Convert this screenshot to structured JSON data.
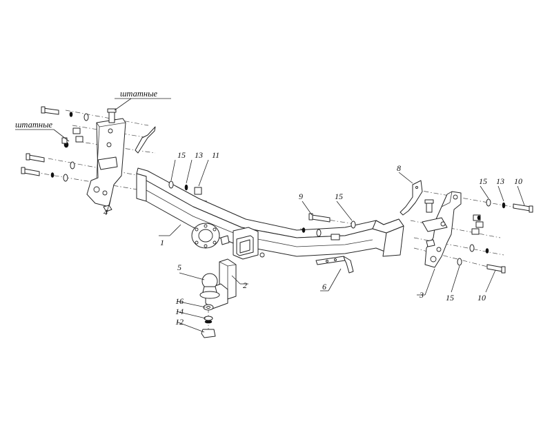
{
  "notes": {
    "stock_label_top": "штатные",
    "stock_label_left": "штатные"
  },
  "callouts": [
    {
      "id": "c1",
      "text": "1"
    },
    {
      "id": "c2",
      "text": "2"
    },
    {
      "id": "c3",
      "text": "3"
    },
    {
      "id": "c4",
      "text": "4"
    },
    {
      "id": "c5",
      "text": "5"
    },
    {
      "id": "c6",
      "text": "6"
    },
    {
      "id": "c8",
      "text": "8"
    },
    {
      "id": "c9",
      "text": "9"
    },
    {
      "id": "c10a",
      "text": "10"
    },
    {
      "id": "c10b",
      "text": "10"
    },
    {
      "id": "c11",
      "text": "11"
    },
    {
      "id": "c12",
      "text": "12"
    },
    {
      "id": "c13a",
      "text": "13"
    },
    {
      "id": "c13b",
      "text": "13"
    },
    {
      "id": "c14",
      "text": "14"
    },
    {
      "id": "c15a",
      "text": "15"
    },
    {
      "id": "c15b",
      "text": "15"
    },
    {
      "id": "c15c",
      "text": "15"
    },
    {
      "id": "c15d",
      "text": "15"
    },
    {
      "id": "c16",
      "text": "16"
    }
  ]
}
